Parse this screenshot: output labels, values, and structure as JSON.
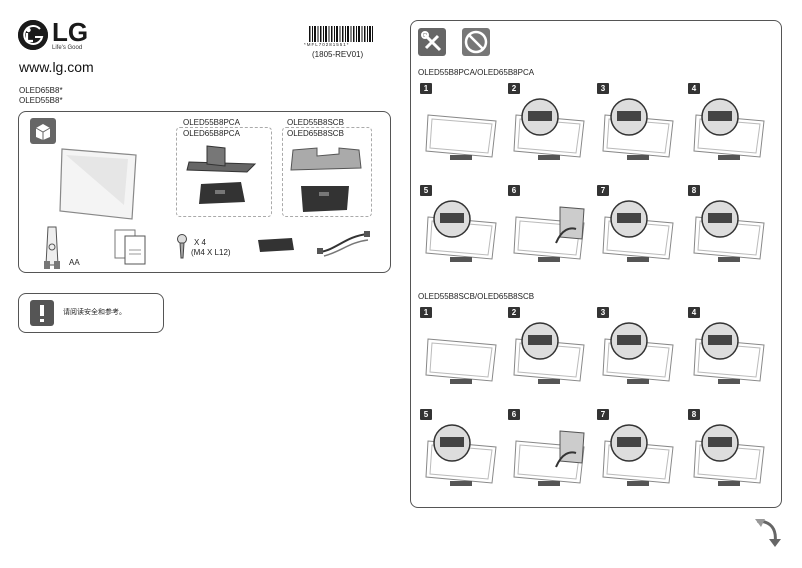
{
  "brand": {
    "name": "LG",
    "tagline": "Life's Good",
    "url": "www.lg.com"
  },
  "models": [
    "OLED65B8*",
    "OLED55B8*"
  ],
  "barcode_text": "*MFL70281551*",
  "revision": "(1805-REV01)",
  "contents": {
    "variant_a": [
      "OLED55B8PCA",
      "OLED65B8PCA"
    ],
    "variant_b": [
      "OLED55B8SCB",
      "OLED65B8SCB"
    ],
    "battery_label": "AA",
    "screw_count": "X 4",
    "screw_size": "(M4 X L12)"
  },
  "safety_note": "请阅读安全和参考。",
  "assembly": {
    "section_a": "OLED55B8PCA/OLED65B8PCA",
    "section_b": "OLED55B8SCB/OLED65B8SCB",
    "steps": [
      "1",
      "2",
      "3",
      "4",
      "5",
      "6",
      "7",
      "8"
    ]
  }
}
